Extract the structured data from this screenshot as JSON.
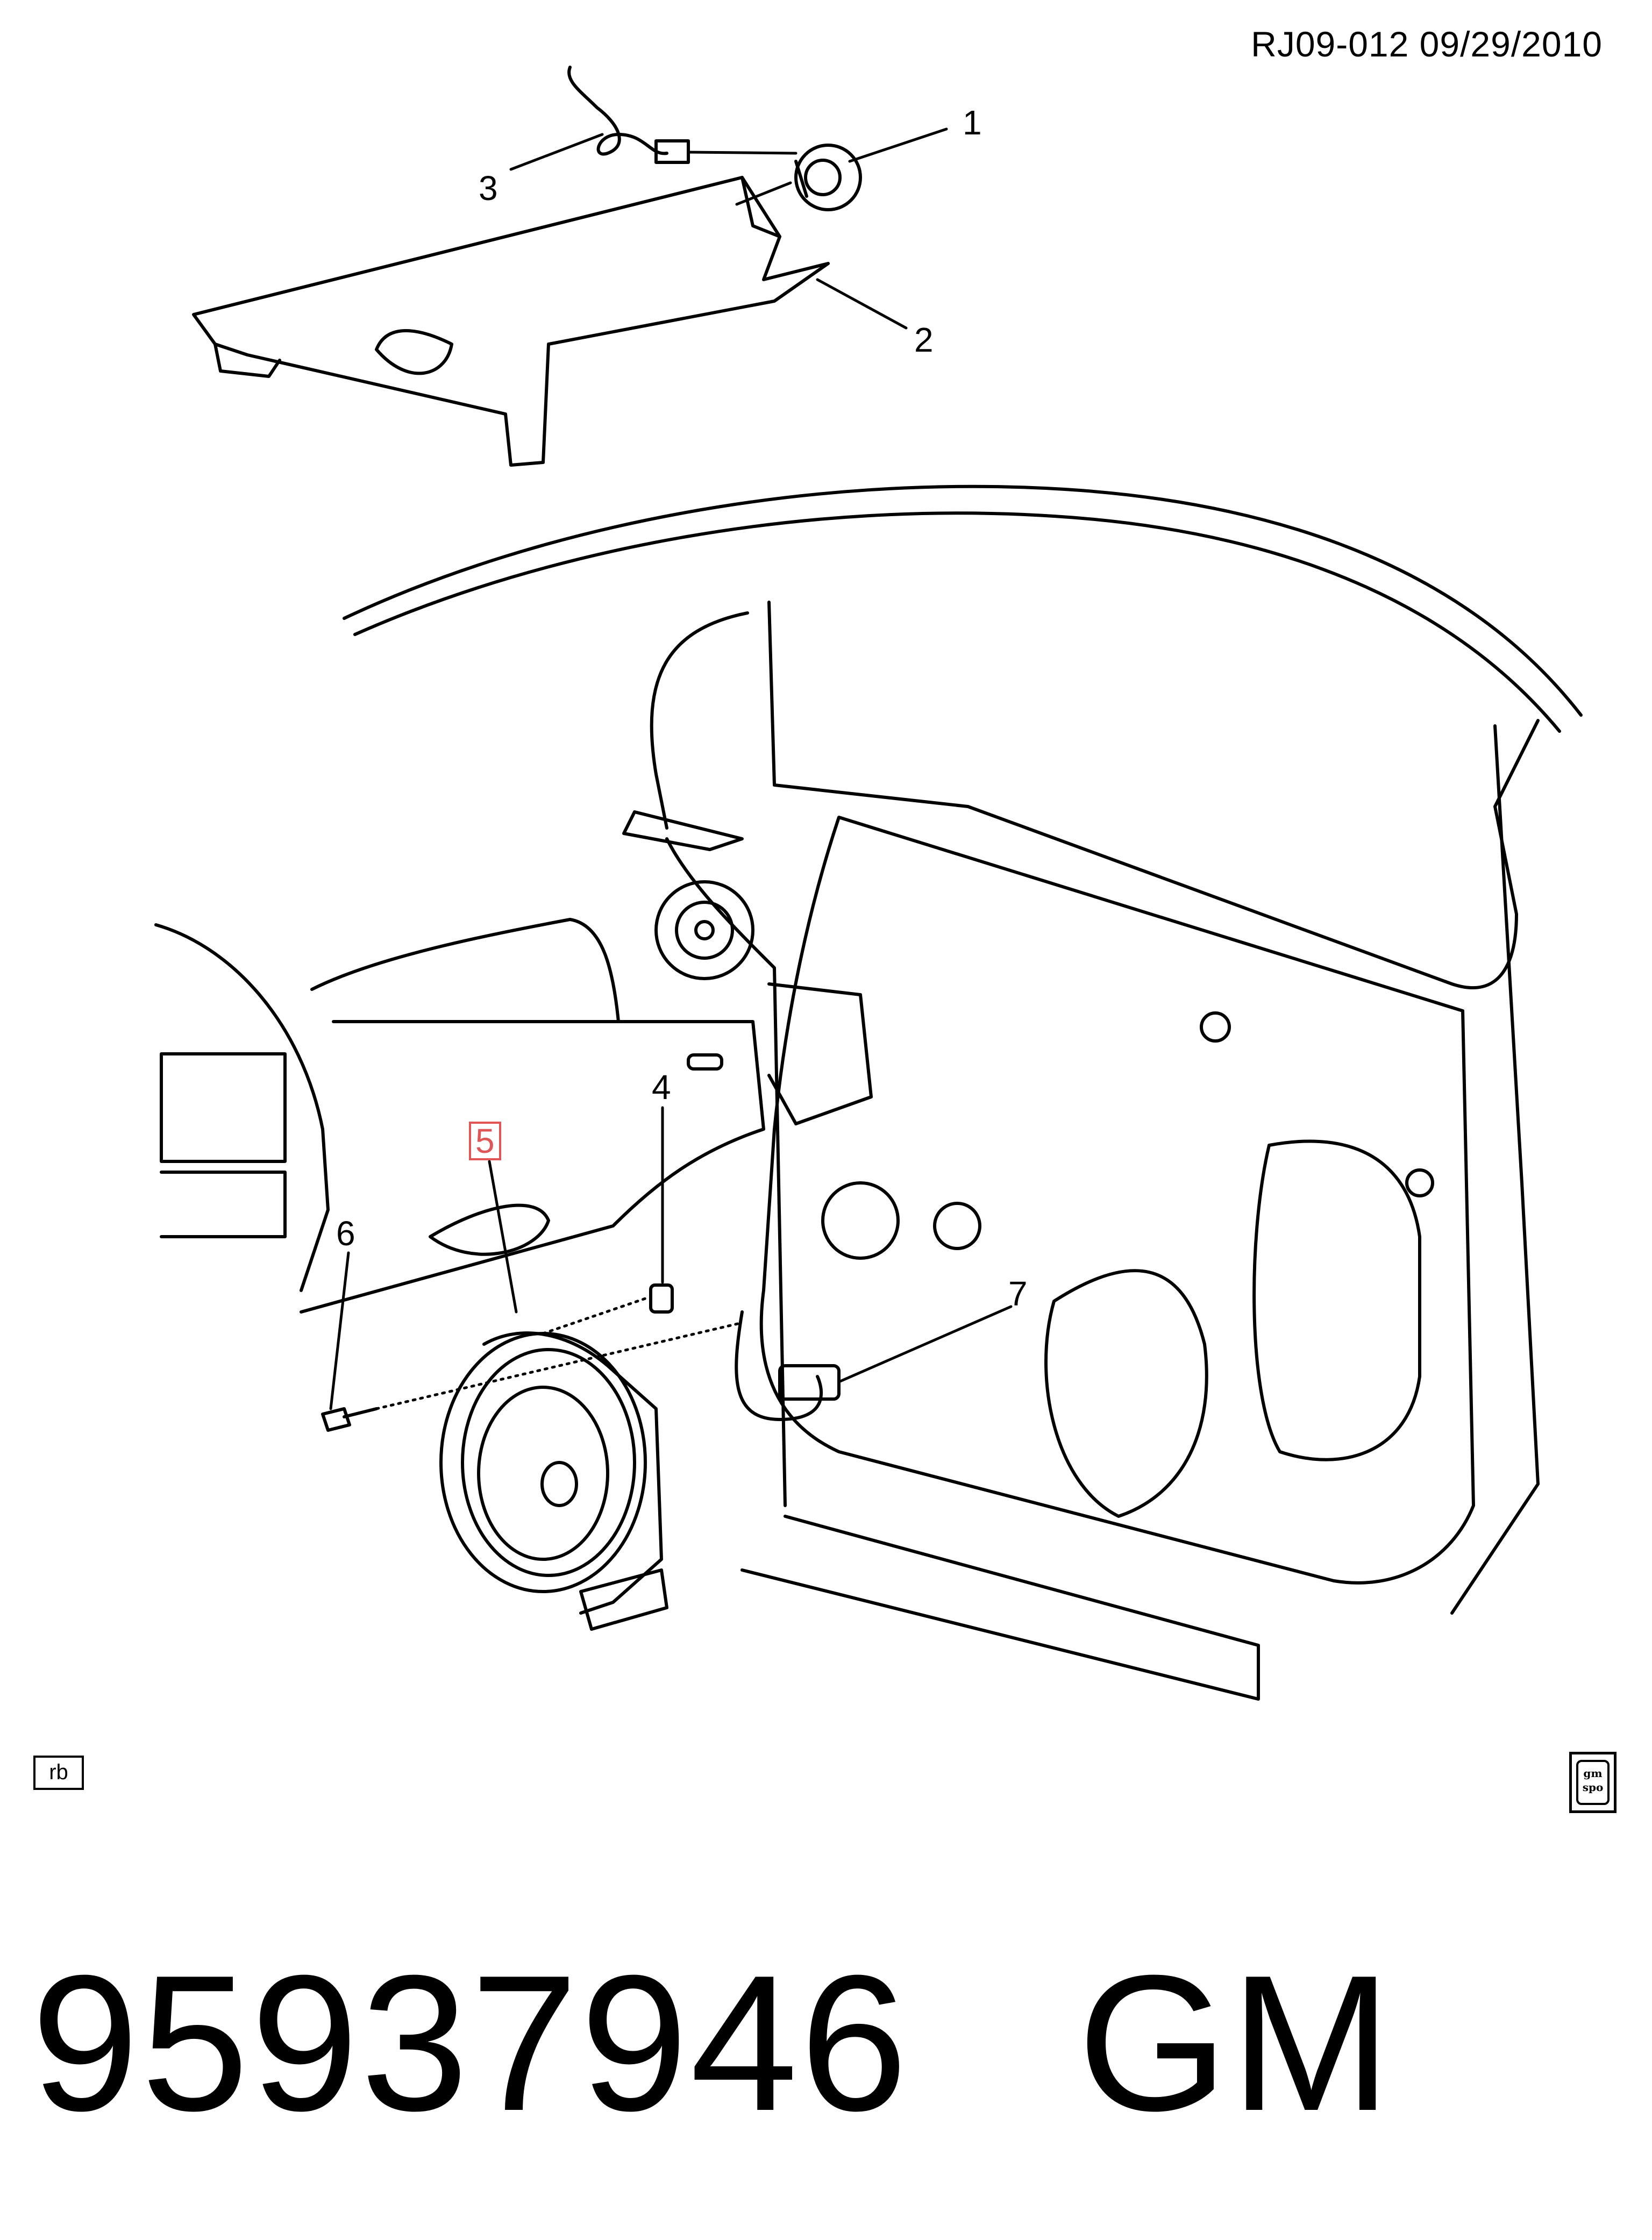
{
  "header": {
    "ref": "RJ09-012  09/29/2010"
  },
  "callouts": [
    {
      "id": "1",
      "label": "1",
      "highlight": false
    },
    {
      "id": "2",
      "label": "2",
      "highlight": false
    },
    {
      "id": "3",
      "label": "3",
      "highlight": false
    },
    {
      "id": "4",
      "label": "4",
      "highlight": false
    },
    {
      "id": "5",
      "label": "5",
      "highlight": true
    },
    {
      "id": "6",
      "label": "6",
      "highlight": false
    },
    {
      "id": "7",
      "label": "7",
      "highlight": false
    }
  ],
  "badges": {
    "rb": "rb",
    "spo_top": "gm",
    "spo_bottom": "spo"
  },
  "part_number": {
    "number": "95937946",
    "brand": "GM"
  },
  "colors": {
    "highlight": "#e05555",
    "line": "#000000",
    "background": "#ffffff"
  }
}
